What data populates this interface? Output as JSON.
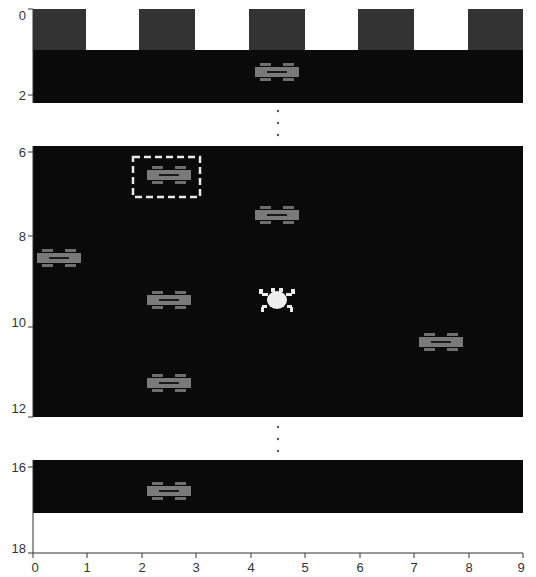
{
  "diagram": {
    "labels": [
      "0",
      "2",
      "6",
      "8",
      "10",
      "12",
      "16",
      "18",
      "0",
      "1",
      "2",
      "3",
      "4",
      "5",
      "6",
      "7",
      "8",
      "9"
    ]
  }
}
